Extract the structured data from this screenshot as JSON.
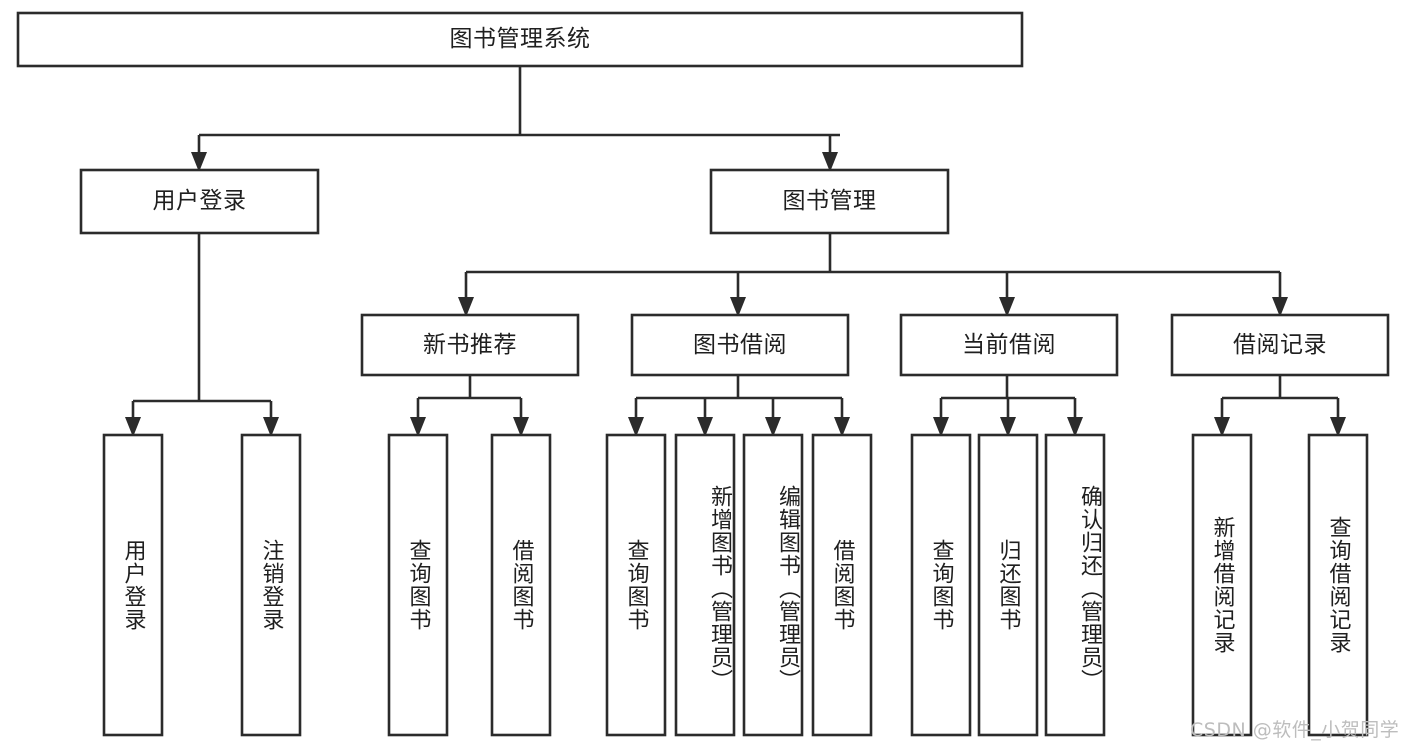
{
  "diagram": {
    "type": "tree-hierarchy",
    "title": "图书管理系统",
    "root": {
      "id": "root",
      "label": "图书管理系统",
      "orientation": "horizontal"
    },
    "level2": [
      {
        "id": "user-login",
        "label": "用户登录",
        "orientation": "horizontal"
      },
      {
        "id": "book-management",
        "label": "图书管理",
        "orientation": "horizontal"
      }
    ],
    "level3": [
      {
        "id": "new-book-recommend",
        "label": "新书推荐",
        "orientation": "horizontal",
        "parent": "book-management"
      },
      {
        "id": "book-borrow",
        "label": "图书借阅",
        "orientation": "horizontal",
        "parent": "book-management"
      },
      {
        "id": "current-borrow",
        "label": "当前借阅",
        "orientation": "horizontal",
        "parent": "book-management"
      },
      {
        "id": "borrow-record",
        "label": "借阅记录",
        "orientation": "horizontal",
        "parent": "book-management"
      }
    ],
    "leaves": [
      {
        "id": "leaf-user-login",
        "label": "用户登录",
        "parent": "user-login",
        "orientation": "vertical"
      },
      {
        "id": "leaf-user-logout",
        "label": "注销登录",
        "parent": "user-login",
        "orientation": "vertical"
      },
      {
        "id": "leaf-query-book-1",
        "label": "查询图书",
        "parent": "new-book-recommend",
        "orientation": "vertical"
      },
      {
        "id": "leaf-borrow-book-1",
        "label": "借阅图书",
        "parent": "new-book-recommend",
        "orientation": "vertical"
      },
      {
        "id": "leaf-query-book-2",
        "label": "查询图书",
        "parent": "book-borrow",
        "orientation": "vertical"
      },
      {
        "id": "leaf-add-book",
        "label": "新增图书（管理员）",
        "parent": "book-borrow",
        "orientation": "vertical"
      },
      {
        "id": "leaf-edit-book",
        "label": "编辑图书（管理员）",
        "parent": "book-borrow",
        "orientation": "vertical"
      },
      {
        "id": "leaf-borrow-book-2",
        "label": "借阅图书",
        "parent": "book-borrow",
        "orientation": "vertical"
      },
      {
        "id": "leaf-query-book-3",
        "label": "查询图书",
        "parent": "current-borrow",
        "orientation": "vertical"
      },
      {
        "id": "leaf-return-book",
        "label": "归还图书",
        "parent": "current-borrow",
        "orientation": "vertical"
      },
      {
        "id": "leaf-confirm-return",
        "label": "确认归还（管理员）",
        "parent": "current-borrow",
        "orientation": "vertical"
      },
      {
        "id": "leaf-add-record",
        "label": "新增借阅记录",
        "parent": "borrow-record",
        "orientation": "vertical"
      },
      {
        "id": "leaf-query-record",
        "label": "查询借阅记录",
        "parent": "borrow-record",
        "orientation": "vertical"
      }
    ],
    "colors": {
      "box_stroke": "#2b2b2b",
      "box_fill": "#ffffff",
      "text": "#1f1f1f",
      "connector": "#2b2b2b",
      "background": "#ffffff",
      "watermark": "#bdbdbd"
    }
  },
  "watermark": {
    "text": "CSDN @软件_小贺同学"
  }
}
